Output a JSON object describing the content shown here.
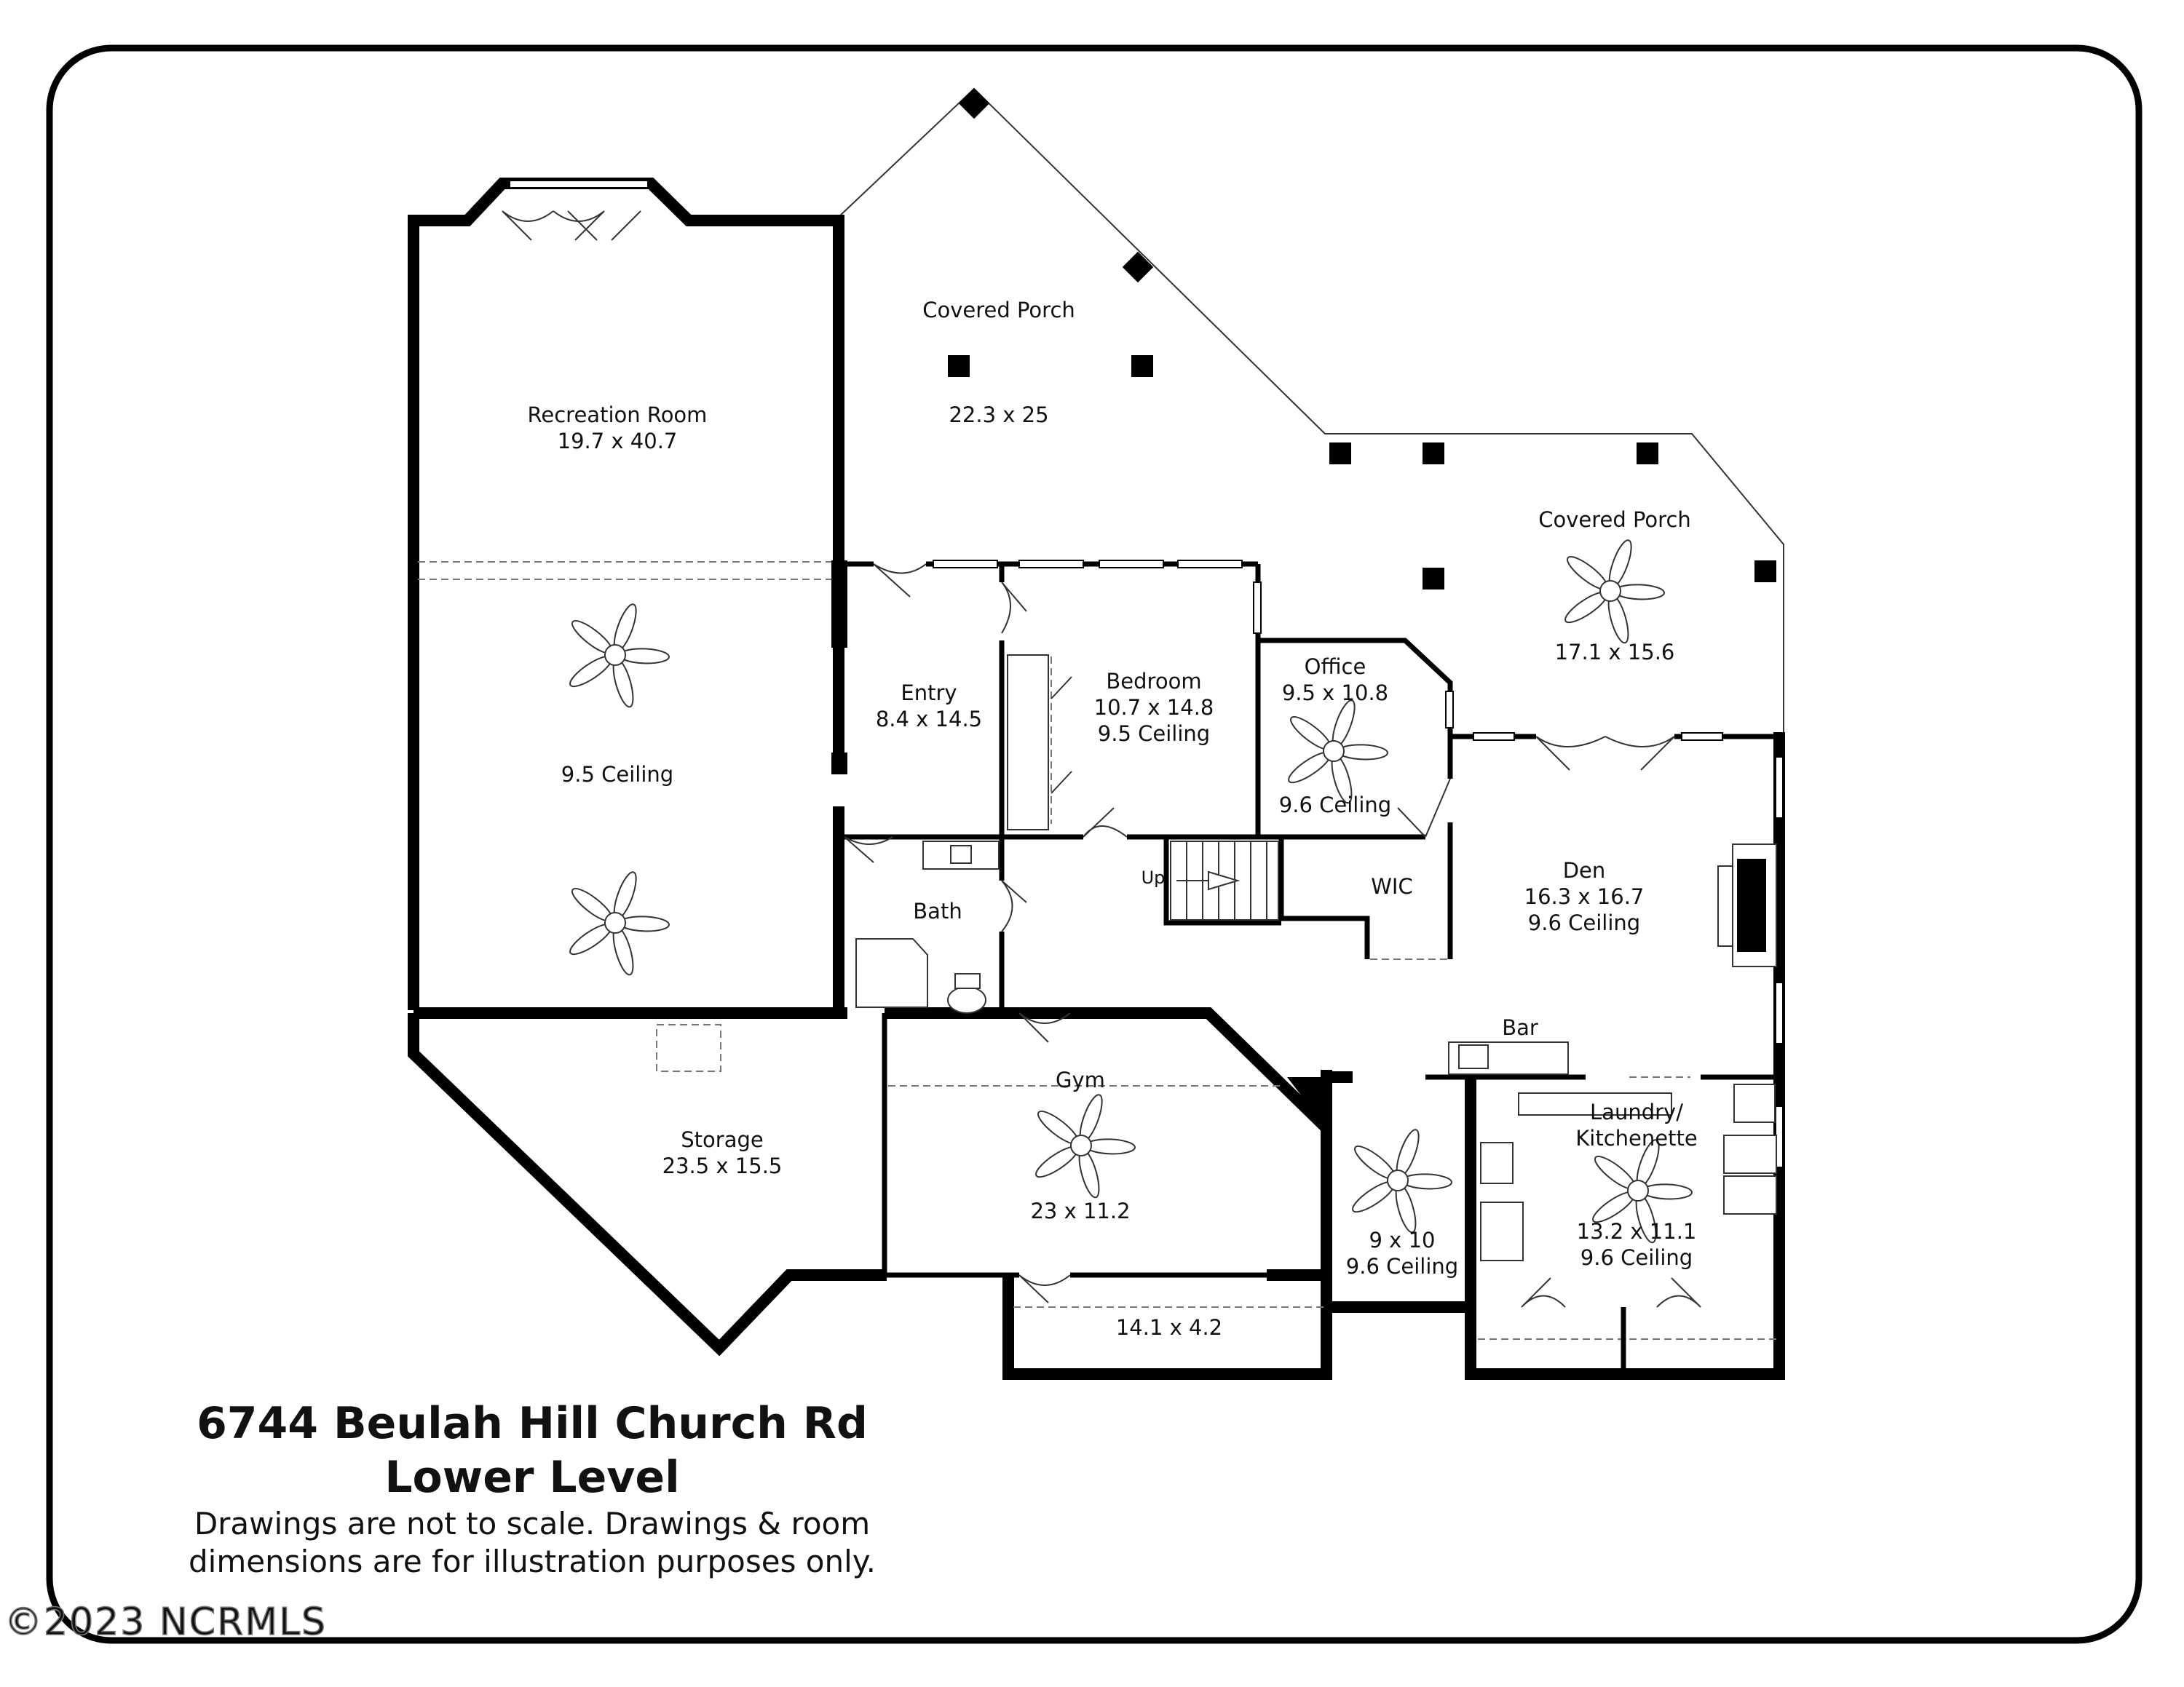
{
  "address": "6744 Beulah Hill Church Rd",
  "level": "Lower Level",
  "disclaimer": {
    "line1": "Drawings are not to scale. Drawings & room",
    "line2": "dimensions are for illustration purposes only."
  },
  "watermark": "©2023 NCRMLS",
  "rooms": {
    "covered_porch_1": {
      "name": "Covered Porch",
      "dims": "22.3 x 25"
    },
    "covered_porch_2": {
      "name": "Covered Porch",
      "dims": "17.1 x 15.6"
    },
    "recreation_room": {
      "name": "Recreation Room",
      "dims": "19.7 x 40.7",
      "ceiling": "9.5 Ceiling"
    },
    "entry": {
      "name": "Entry",
      "dims": "8.4 x 14.5"
    },
    "bedroom": {
      "name": "Bedroom",
      "dims": "10.7 x 14.8",
      "ceiling": "9.5 Ceiling"
    },
    "office": {
      "name": "Office",
      "dims": "9.5 x 10.8",
      "ceiling": "9.6 Ceiling"
    },
    "den": {
      "name": "Den",
      "dims": "16.3 x 16.7",
      "ceiling": "9.6 Ceiling"
    },
    "wic": {
      "name": "WIC"
    },
    "bath": {
      "name": "Bath"
    },
    "stairs": {
      "label": "Up"
    },
    "bar": {
      "name": "Bar"
    },
    "laundry": {
      "name_line1": "Laundry/",
      "name_line2": "Kitchenette",
      "dims": "13.2 x 11.1",
      "ceiling": "9.6 Ceiling"
    },
    "storage": {
      "name": "Storage",
      "dims": "23.5 x 15.5"
    },
    "gym": {
      "name": "Gym",
      "dims": "23 x 11.2"
    },
    "small_room": {
      "dims": "9 x 10",
      "ceiling": "9.6 Ceiling"
    },
    "closet_room": {
      "dims": "14.1 x 4.2"
    }
  }
}
